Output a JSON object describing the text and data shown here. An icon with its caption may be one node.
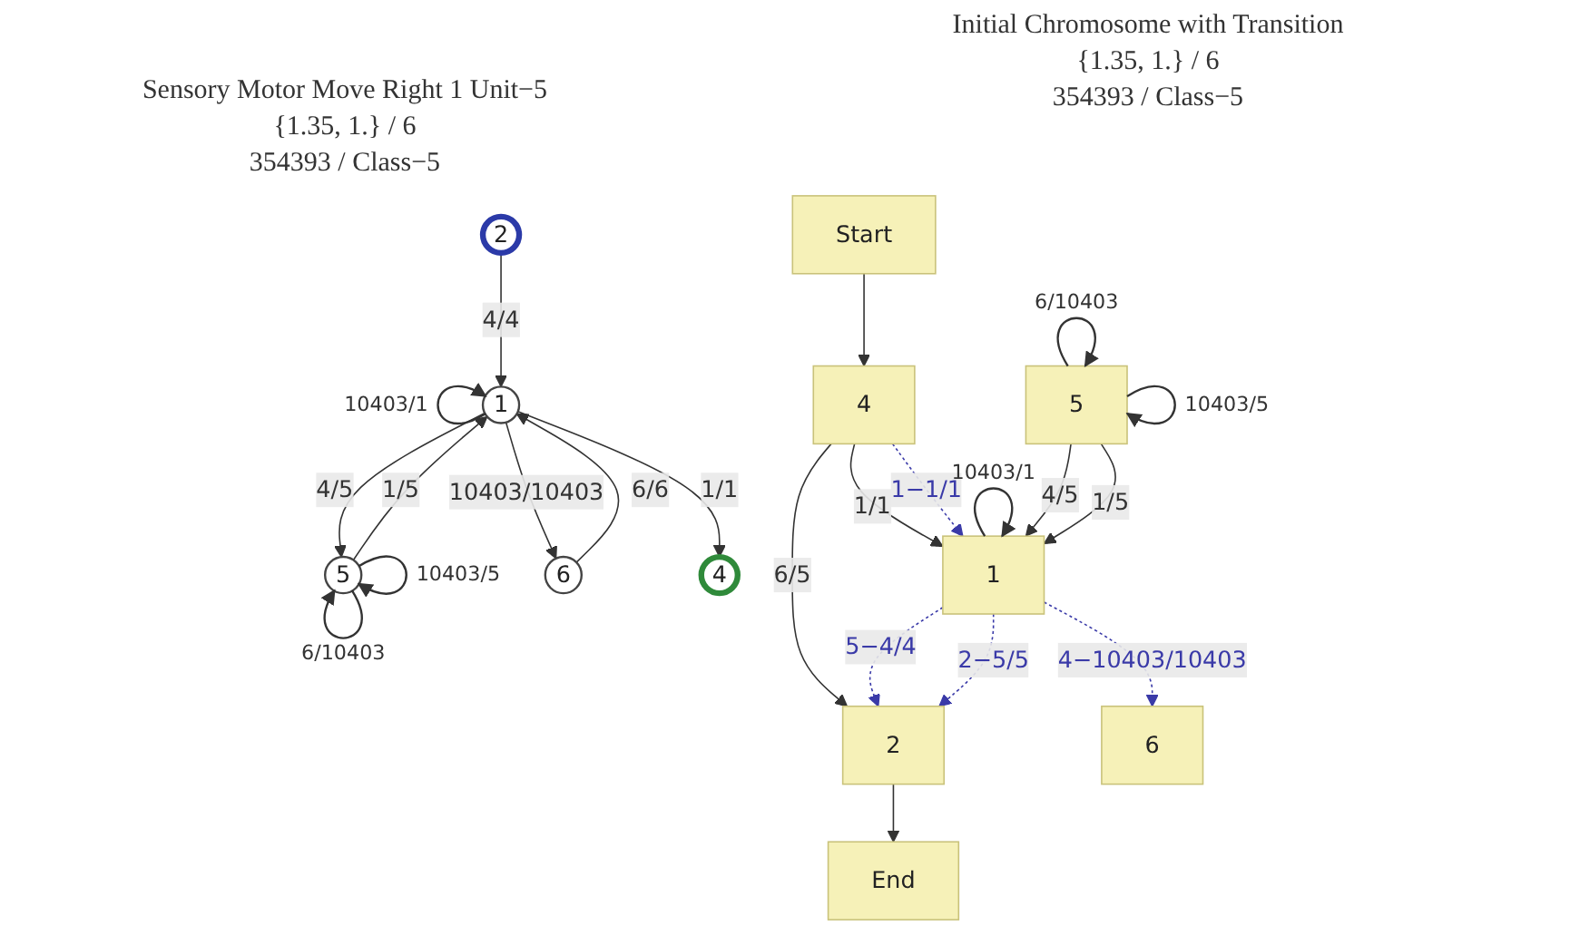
{
  "diagram": {
    "nodes": [
      {
        "text": [
          "2"
        ]
      },
      {
        "text": [
          "5"
        ]
      },
      {
        "text": [
          "1"
        ]
      },
      {
        "text": [
          "6"
        ]
      },
      {
        "text": [
          "4"
        ]
      },
      {
        "text": [
          "Start"
        ]
      },
      {
        "text": [
          "4"
        ]
      },
      {
        "text": [
          "5"
        ]
      },
      {
        "text": [
          "1"
        ]
      },
      {
        "text": [
          "2"
        ]
      },
      {
        "text": [
          "6"
        ]
      },
      {
        "text": [
          "End"
        ]
      }
    ],
    "edges": [
      {
        "from": 0,
        "to": 2,
        "arrow": "to",
        "label": "4/4"
      },
      {
        "from": 2,
        "to": 1,
        "arrow": "to",
        "label": "4/5"
      },
      {
        "from": 1,
        "to": 2,
        "arrow": "to",
        "label": "1/5"
      },
      {
        "from": 1,
        "to": 1,
        "arrow": "to",
        "label": "6/10403"
      },
      {
        "from": 1,
        "to": 1,
        "arrow": "to",
        "label": "10403/5"
      },
      {
        "from": 2,
        "to": 2,
        "arrow": "to",
        "label": "10403/1"
      },
      {
        "from": 2,
        "to": 3,
        "arrow": "to",
        "label": "10403/10403"
      },
      {
        "from": 3,
        "to": 2,
        "arrow": "to",
        "label": "6/6"
      },
      {
        "from": 2,
        "to": 4,
        "arrow": "to",
        "label": "1/1"
      },
      {
        "from": 5,
        "to": 6,
        "arrow": "to"
      },
      {
        "from": 6,
        "to": 8,
        "arrow": "to",
        "label": "1/1"
      },
      {
        "from": 6,
        "to": 8,
        "arrow": "to",
        "label": "1−1/1",
        "style": "dashed",
        "color": "#3a3aa8"
      },
      {
        "from": 7,
        "to": 8,
        "arrow": "to",
        "label": "4/5"
      },
      {
        "from": 7,
        "to": 8,
        "arrow": "to",
        "label": "1/5"
      },
      {
        "from": 7,
        "to": 7,
        "arrow": "to",
        "label": "6/10403"
      },
      {
        "from": 7,
        "to": 7,
        "arrow": "to",
        "label": "10403/5"
      },
      {
        "from": 6,
        "to": 9,
        "arrow": "to",
        "label": "6/5"
      },
      {
        "from": 8,
        "to": 9,
        "arrow": "to",
        "label": "5−4/4",
        "style": "dashed",
        "color": "#3a3aa8"
      },
      {
        "from": 8,
        "to": 9,
        "arrow": "to",
        "label": "2−5/5",
        "style": "dashed",
        "color": "#3a3aa8"
      },
      {
        "from": 8,
        "to": 8,
        "arrow": "to",
        "label": "10403/1"
      },
      {
        "from": 8,
        "to": 10,
        "arrow": "to",
        "label": "4−10403/10403",
        "style": "dashed",
        "color": "#3a3aa8"
      },
      {
        "from": 9,
        "to": 11,
        "arrow": "to"
      }
    ],
    "labels": [
      "Initial Chromosome with Transition",
      "{1.35, 1.} / 6",
      "354393 / Class−5",
      "Sensory Motor Move Right 1 Unit−5",
      "{1.35, 1.} / 6",
      "354393 / Class−5"
    ]
  }
}
